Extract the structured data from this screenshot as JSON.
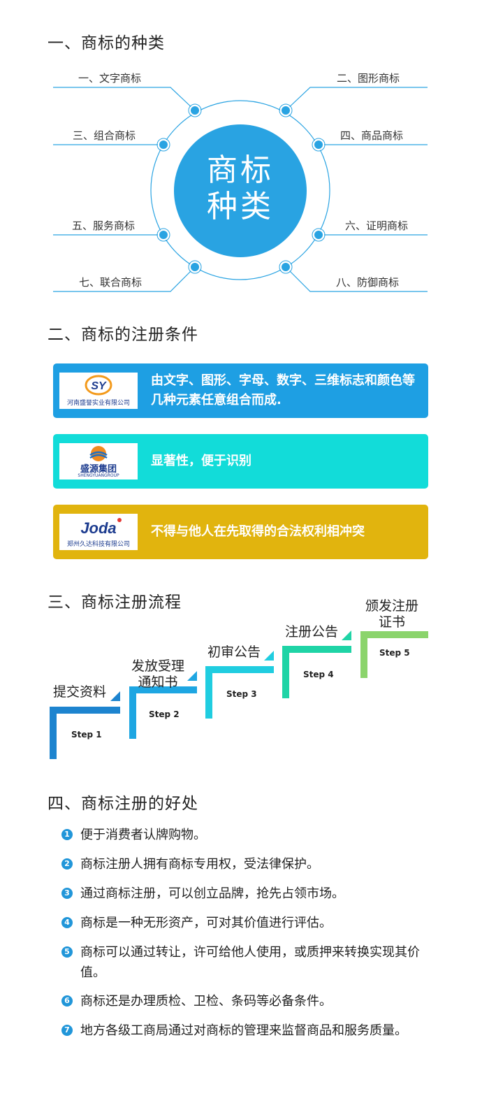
{
  "section1": {
    "title": "一、商标的种类",
    "hub_line1": "商标",
    "hub_line2": "种类",
    "types": [
      "一、文字商标",
      "二、图形商标",
      "三、组合商标",
      "四、商品商标",
      "五、服务商标",
      "六、证明商标",
      "七、联合商标",
      "八、防御商标"
    ]
  },
  "section2": {
    "title": "二、商标的注册条件",
    "conditions": [
      {
        "logo_mark": "SY",
        "logo_caption": "河南盛誉实业有限公司",
        "text": "由文字、图形、字母、数字、三维标志和颜色等几种元素任意组合而成.",
        "color": "#1e9fe3"
      },
      {
        "logo_mark": "盛源集团",
        "logo_caption": "SHENGYUANGROUP",
        "text": "显著性，便于识别",
        "color": "#12dcd9"
      },
      {
        "logo_mark": "Joda",
        "logo_caption": "郑州久达科技有限公司",
        "text": "不得与他人在先取得的合法权利相冲突",
        "color": "#e1b40e"
      }
    ]
  },
  "section3": {
    "title": "三、商标注册流程",
    "steps": [
      {
        "label": "提交资料",
        "step": "Step 1",
        "color": "#1d84cf"
      },
      {
        "label": "发放受理\n通知书",
        "step": "Step 2",
        "color": "#1ea6e2"
      },
      {
        "label": "初审公告",
        "step": "Step 3",
        "color": "#20cde0"
      },
      {
        "label": "注册公告",
        "step": "Step 4",
        "color": "#1fd4a6"
      },
      {
        "label": "颁发注册\n证书",
        "step": "Step 5",
        "color": "#8bd46c"
      }
    ]
  },
  "section4": {
    "title": "四、商标注册的好处",
    "benefits": [
      {
        "num": "1",
        "text": "便于消费者认牌购物。"
      },
      {
        "num": "2",
        "text": "商标注册人拥有商标专用权，受法律保护。"
      },
      {
        "num": "3",
        "text": "通过商标注册，可以创立品牌，抢先占领市场。"
      },
      {
        "num": "4",
        "text": "商标是一种无形资产，可对其价值进行评估。"
      },
      {
        "num": "5",
        "text": "商标可以通过转让，许可给他人使用，或质押来转换实现其价值。"
      },
      {
        "num": "6",
        "text": "商标还是办理质检、卫检、条码等必备条件。"
      },
      {
        "num": "7",
        "text": "地方各级工商局通过对商标的管理来监督商品和服务质量。"
      }
    ]
  }
}
